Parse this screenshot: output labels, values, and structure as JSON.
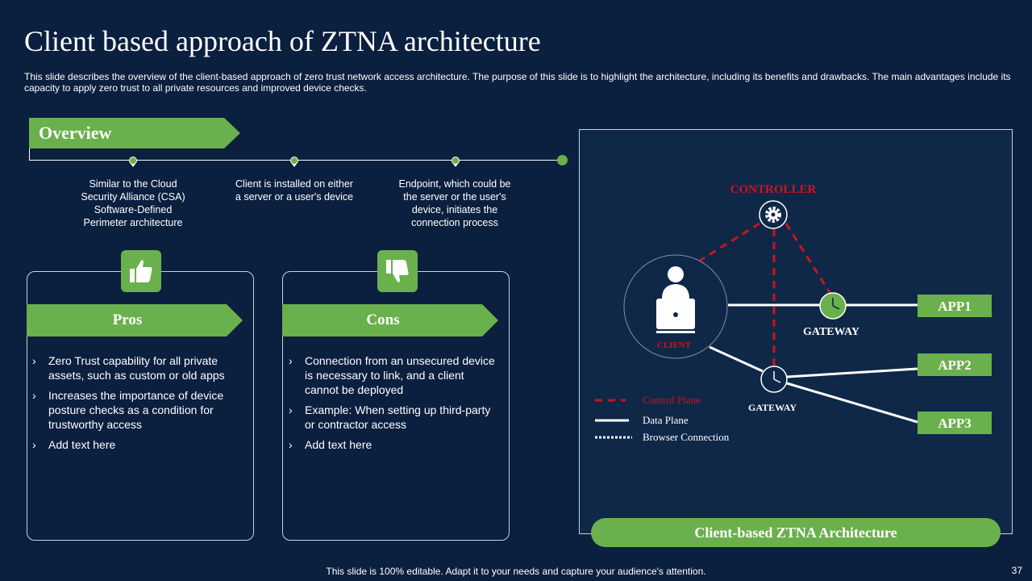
{
  "title": "Client based approach of ZTNA architecture",
  "description": "This slide describes the overview of the client-based approach of zero trust network access architecture. The purpose of this slide is to highlight the architecture, including its benefits and drawbacks. The main advantages include its capacity to apply zero trust to all private resources and improved device checks.",
  "overview": {
    "label": "Overview",
    "items": [
      "Similar to the Cloud Security Alliance (CSA) Software-Defined Perimeter architecture",
      "Client is installed on either a server or a user's device",
      "Endpoint, which could be the server or the user's device, initiates the connection process"
    ]
  },
  "pros": {
    "label": "Pros",
    "icon": "thumbs-up-icon",
    "items": [
      "Zero Trust capability for all private assets, such as custom or old apps",
      "Increases the importance of device posture checks as a condition for trustworthy access",
      "Add text here"
    ]
  },
  "cons": {
    "label": "Cons",
    "icon": "thumbs-down-icon",
    "items": [
      "Connection from an unsecured device is necessary to link, and a client cannot be deployed",
      "Example: When setting up third-party or contractor access",
      "Add text here"
    ]
  },
  "architecture": {
    "controller": "CONTROLLER",
    "client": "CLIENT",
    "gateway1": "GATEWAY",
    "gateway2": "GATEWAY",
    "apps": [
      "APP1",
      "APP2",
      "APP3"
    ],
    "legend": {
      "control_plane": "Control Plane",
      "data_plane": "Data Plane",
      "browser_connection": "Browser Connection"
    },
    "caption": "Client-based  ZTNA Architecture"
  },
  "colors": {
    "background": "#0b1f3f",
    "accent_green": "#6ab04c",
    "control_red": "#d0121b"
  },
  "footer_note": "This slide is 100% editable. Adapt it to your needs and capture your audience's attention.",
  "page_number": "37"
}
